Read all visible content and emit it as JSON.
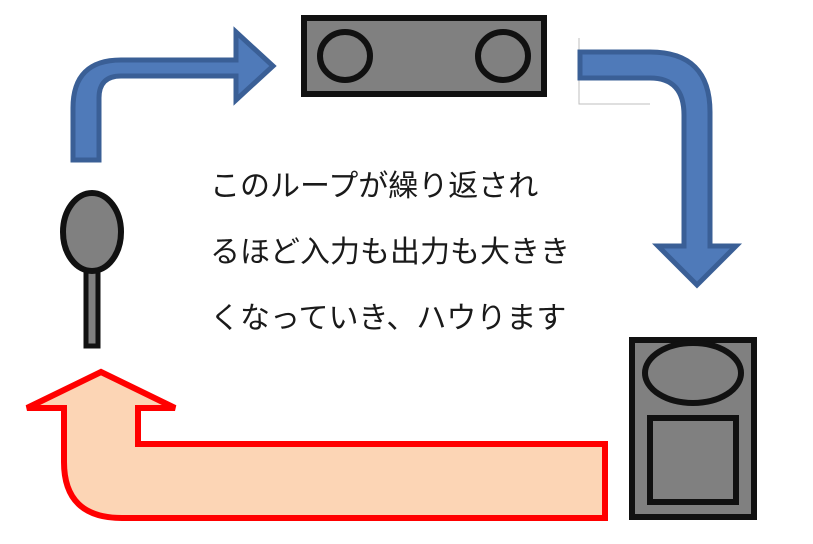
{
  "caption": {
    "lines": [
      "このループが繰り返され",
      "るほど入力も出力も大きき",
      "くなっていき、ハウります"
    ]
  },
  "colors": {
    "blue_arrow_fill": "#4f7ab9",
    "blue_arrow_stroke": "#3a5f96",
    "red_arrow_fill": "#fcd5b5",
    "red_arrow_stroke": "#ff0000",
    "device_fill": "#808080",
    "device_stroke": "#111111"
  },
  "icons": {
    "microphone": "microphone-icon",
    "speaker_horizontal": "speaker-horizontal-icon",
    "speaker_vertical": "speaker-vertical-icon"
  }
}
